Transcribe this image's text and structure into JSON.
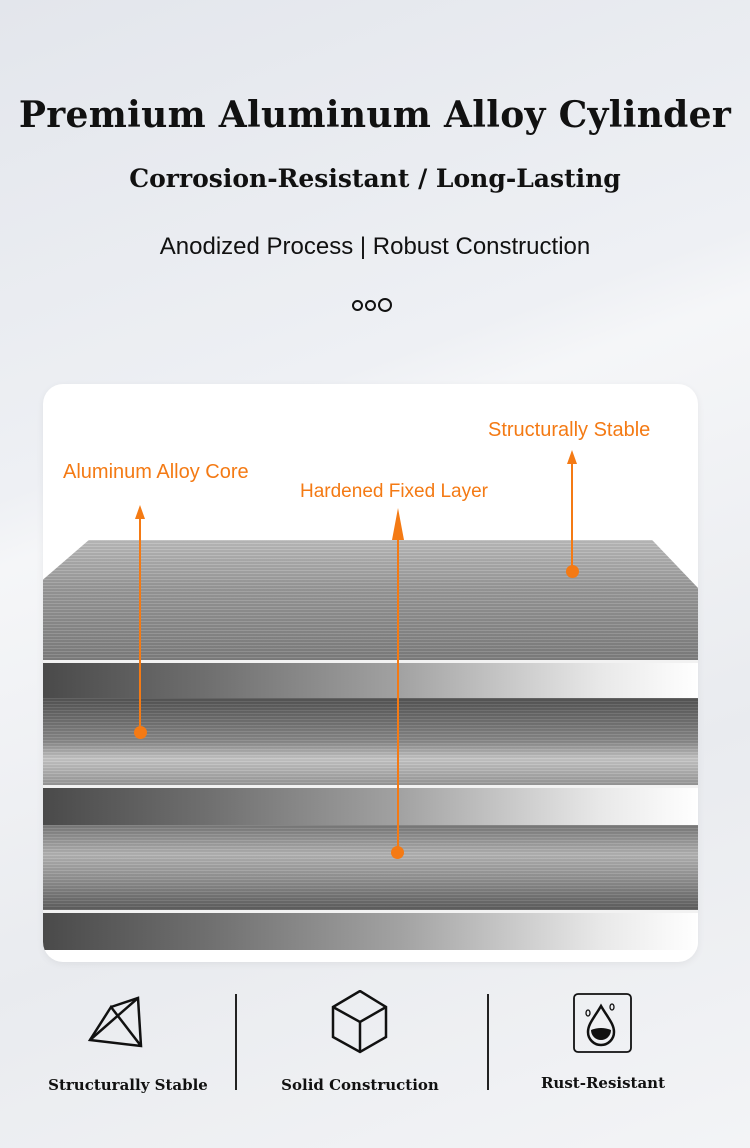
{
  "header": {
    "title": "Premium Aluminum Alloy Cylinder",
    "subtitle": "Corrosion-Resistant / Long-Lasting",
    "tagline": "Anodized Process | Robust Construction"
  },
  "annotations": [
    {
      "label": "Structurally Stable"
    },
    {
      "label": "Aluminum Alloy Core"
    },
    {
      "label": "Hardened Fixed Layer"
    }
  ],
  "features": [
    {
      "label": "Structurally Stable",
      "icon": "tetrahedron-icon"
    },
    {
      "label": "Solid Construction",
      "icon": "cube-icon"
    },
    {
      "label": "Rust-Resistant",
      "icon": "water-drop-icon"
    }
  ],
  "colors": {
    "accent": "#f47a14",
    "text": "#111111"
  }
}
